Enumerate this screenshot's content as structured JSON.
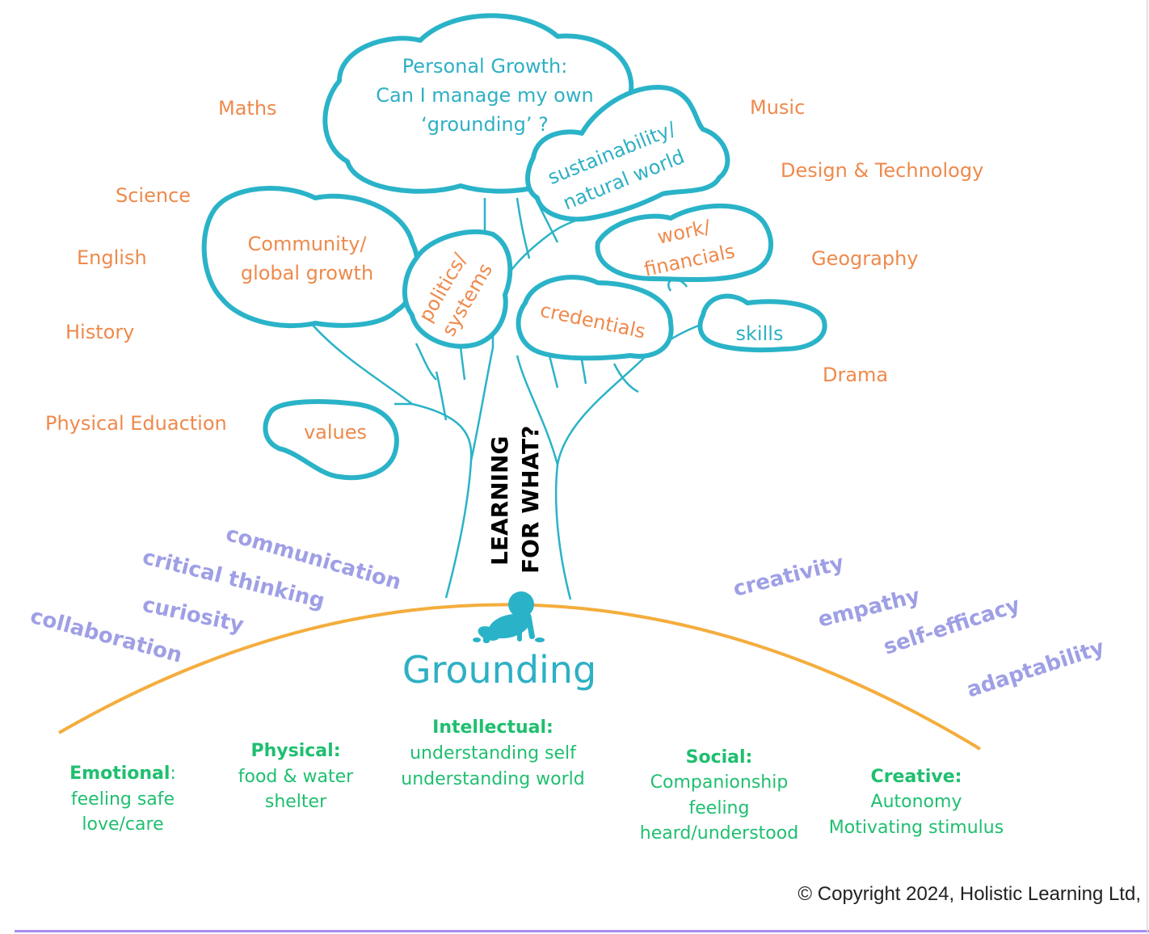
{
  "colors": {
    "teal": "#2ab3c8",
    "orange": "#ee8a4c",
    "lavender": "#9f9fe6",
    "green": "#1fbf6f",
    "horizon": "#f4ad3d",
    "divider": "#a78cf0"
  },
  "icons": {
    "child": "crawling-baby-icon"
  },
  "subjects": {
    "maths": "Maths",
    "science": "Science",
    "english": "English",
    "history": "History",
    "pe": "Physical Eduaction",
    "music": "Music",
    "dt": "Design & Technology",
    "geography": "Geography",
    "drama": "Drama"
  },
  "clouds": {
    "personal": [
      "Personal Growth:",
      "Can I manage my own",
      "‘grounding’ ?"
    ],
    "sustainability": [
      "sustainability/",
      "natural world"
    ],
    "community": [
      "Community/",
      "global growth"
    ],
    "politics": [
      "politics/",
      "systems"
    ],
    "work": [
      "work/",
      "financials"
    ],
    "credentials": "credentials",
    "skills": "skills",
    "values": "values"
  },
  "trunk_label": [
    "LEARNING",
    "FOR WHAT?"
  ],
  "skills_left": {
    "communication": "communication",
    "critical": "critical thinking",
    "curiosity": "curiosity",
    "collaboration": "collaboration"
  },
  "skills_right": {
    "creativity": "creativity",
    "empathy": "empathy",
    "selfefficacy": "self-efficacy",
    "adaptability": "adaptability"
  },
  "grounding": "Grounding",
  "needs": {
    "emotional": {
      "title": "Emotional",
      "suffix": ":",
      "lines": [
        "feeling safe",
        "love/care"
      ]
    },
    "physical": {
      "title": "Physical:",
      "lines": [
        "food & water",
        "shelter"
      ]
    },
    "intellectual": {
      "title": "Intellectual:",
      "lines": [
        "understanding self",
        "understanding world"
      ]
    },
    "social": {
      "title": "Social:",
      "lines": [
        "Companionship",
        "feeling",
        "heard/understood"
      ]
    },
    "creative": {
      "title": "Creative:",
      "lines": [
        "Autonomy",
        "Motivating stimulus"
      ]
    }
  },
  "copyright": "© Copyright 2024, Holistic Learning Ltd,"
}
